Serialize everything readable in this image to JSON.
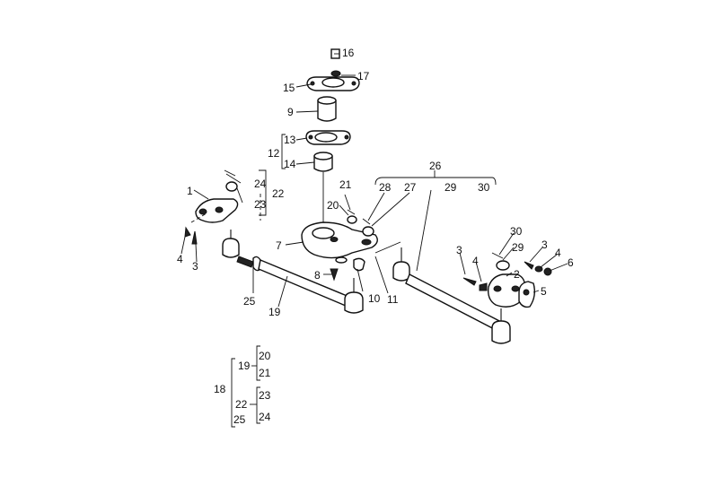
{
  "callouts": {
    "c1": "1",
    "c2": "2",
    "c3a": "3",
    "c3b": "3",
    "c3c": "3",
    "c4a": "4",
    "c4b": "4",
    "c4c": "4",
    "c5": "5",
    "c6": "6",
    "c7": "7",
    "c8": "8",
    "c9": "9",
    "c10": "10",
    "c11": "11",
    "c12": "12",
    "c13": "13",
    "c14": "14",
    "c15": "15",
    "c16": "16",
    "c17": "17",
    "c19": "19",
    "c20": "20",
    "c21": "21",
    "c22": "22",
    "c23": "23",
    "c24": "24",
    "c25": "25",
    "c26": "26",
    "c27": "27",
    "c28": "28",
    "c29a": "29",
    "c29b": "29",
    "c30a": "30",
    "c30b": "30"
  },
  "legend": {
    "n18": "18",
    "n19": "19",
    "n20": "20",
    "n21": "21",
    "n22": "22",
    "n23": "23",
    "n24": "24",
    "n25": "25"
  }
}
